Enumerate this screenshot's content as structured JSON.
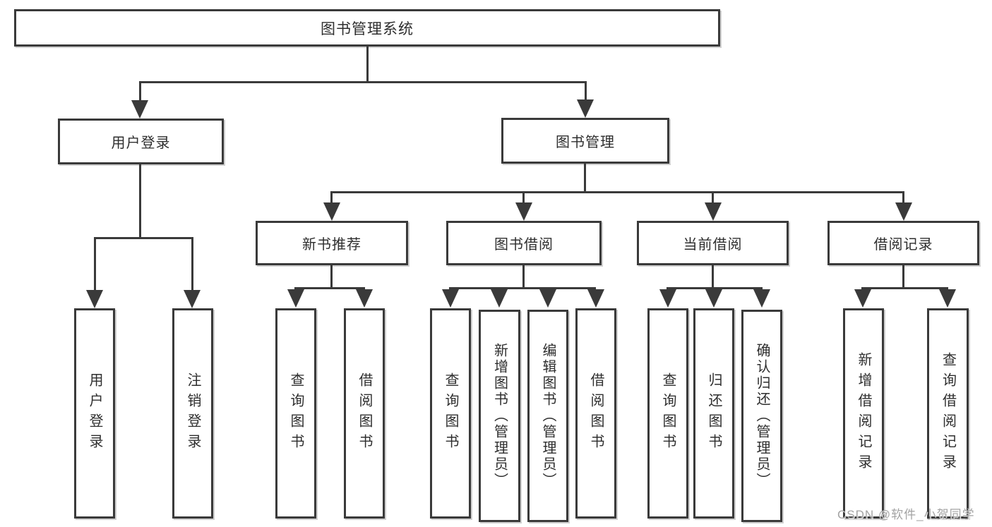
{
  "tree": {
    "label": "图书管理系统",
    "children": [
      {
        "label": "用户登录",
        "children": [
          {
            "label": "用户登录"
          },
          {
            "label": "注销登录"
          }
        ]
      },
      {
        "label": "图书管理",
        "children": [
          {
            "label": "新书推荐",
            "children": [
              {
                "label": "查询图书"
              },
              {
                "label": "借阅图书"
              }
            ]
          },
          {
            "label": "图书借阅",
            "children": [
              {
                "label": "查询图书"
              },
              {
                "label": "新增图书（管理员）"
              },
              {
                "label": "编辑图书（管理员）"
              },
              {
                "label": "借阅图书"
              }
            ]
          },
          {
            "label": "当前借阅",
            "children": [
              {
                "label": "查询图书"
              },
              {
                "label": "归还图书"
              },
              {
                "label": "确认归还（管理员）"
              }
            ]
          },
          {
            "label": "借阅记录",
            "children": [
              {
                "label": "新增借阅记录"
              },
              {
                "label": "查询借阅记录"
              }
            ]
          }
        ]
      }
    ]
  },
  "watermark": {
    "text": "CSDN @软件_小贺同学"
  },
  "colors": {
    "line": "#3a3a3a",
    "background": "#ffffff",
    "watermark": "#a3a3a3"
  }
}
